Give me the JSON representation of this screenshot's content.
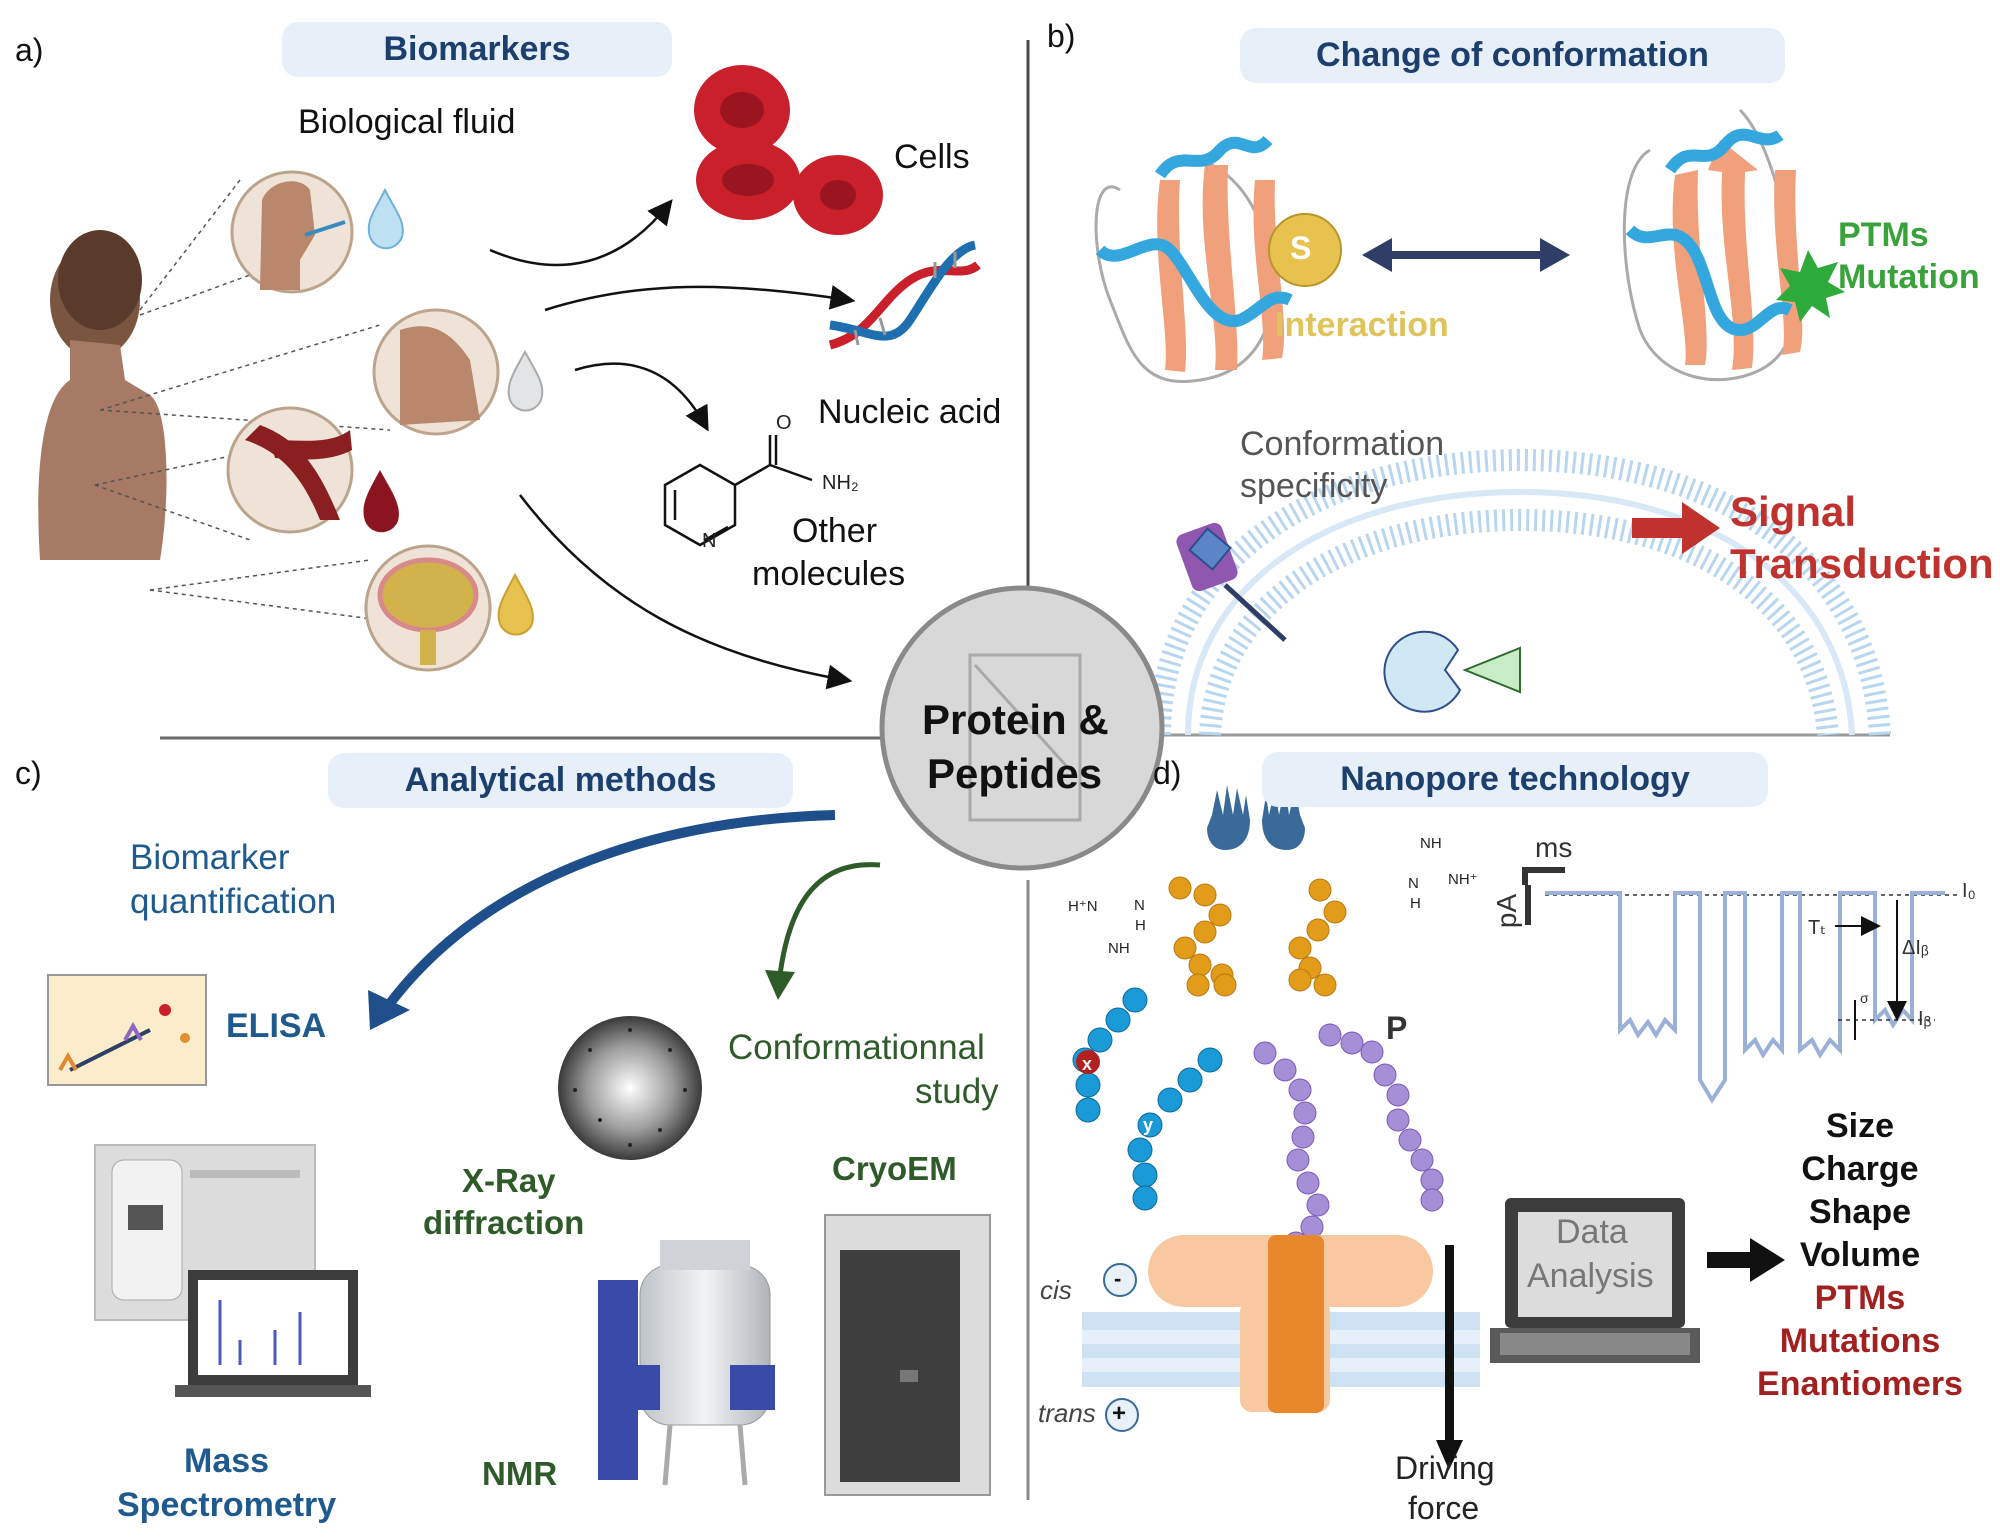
{
  "panels": {
    "a": {
      "letter": "a)",
      "title": "Biomarkers",
      "fluid_label": "Biological fluid",
      "cells": "Cells",
      "nucleic_acid": "Nucleic acid",
      "other_1": "Other",
      "other_2": "molecules",
      "mol_o": "O",
      "mol_nh2": "NH₂",
      "mol_n": "N"
    },
    "b": {
      "letter": "b)",
      "title": "Change of conformation",
      "s_badge": "S",
      "interaction": "Interaction",
      "ptms": "PTMs",
      "mutation": "Mutation",
      "conf_1": "Conformation",
      "conf_2": "specificity",
      "signal_1": "Signal",
      "signal_2": "Transduction"
    },
    "c": {
      "letter": "c)",
      "title": "Analytical methods",
      "bq_1": "Biomarker",
      "bq_2": "quantification",
      "elisa": "ELISA",
      "conf_study_1": "Conformationnal",
      "conf_study_2": "study",
      "xray_1": "X-Ray",
      "xray_2": "diffraction",
      "cryoem": "CryoEM",
      "nmr": "NMR",
      "ms_1": "Mass",
      "ms_2": "Spectrometry"
    },
    "d": {
      "letter": "d)",
      "title": "Nanopore technology",
      "cis": "cis",
      "trans": "trans",
      "minus": "-",
      "plus": "+",
      "drive_1": "Driving",
      "drive_2": "force",
      "data_1": "Data",
      "data_2": "Analysis",
      "aa_x": "x",
      "aa_y": "y",
      "aa_p": "P",
      "chem_left_1": "H⁺N",
      "chem_left_2": "N",
      "chem_left_3": "H",
      "chem_left_4": "NH",
      "chem_right_1": "NH",
      "chem_right_2": "NH⁺",
      "chem_right_3": "N",
      "chem_right_4": "H",
      "trace": {
        "ms": "ms",
        "pA": "pA",
        "I0": "I₀",
        "Tt": "Tₜ",
        "dIb": "ΔIᵦ",
        "sigma": "σ",
        "Ib": "Iᵦ"
      },
      "results": [
        "Size",
        "Charge",
        "Shape",
        "Volume",
        "PTMs",
        "Mutations",
        "Enantiomers"
      ]
    }
  },
  "center": {
    "line_1": "Protein &",
    "line_2": "Peptides"
  },
  "colors": {
    "title_blue": "#1d3f6e",
    "signal_red": "#c0322d",
    "ptm_green": "#3aa23a",
    "interaction_yellow": "#e0c35a",
    "result_red": "#a32020",
    "method_green": "#2f5a2a"
  }
}
